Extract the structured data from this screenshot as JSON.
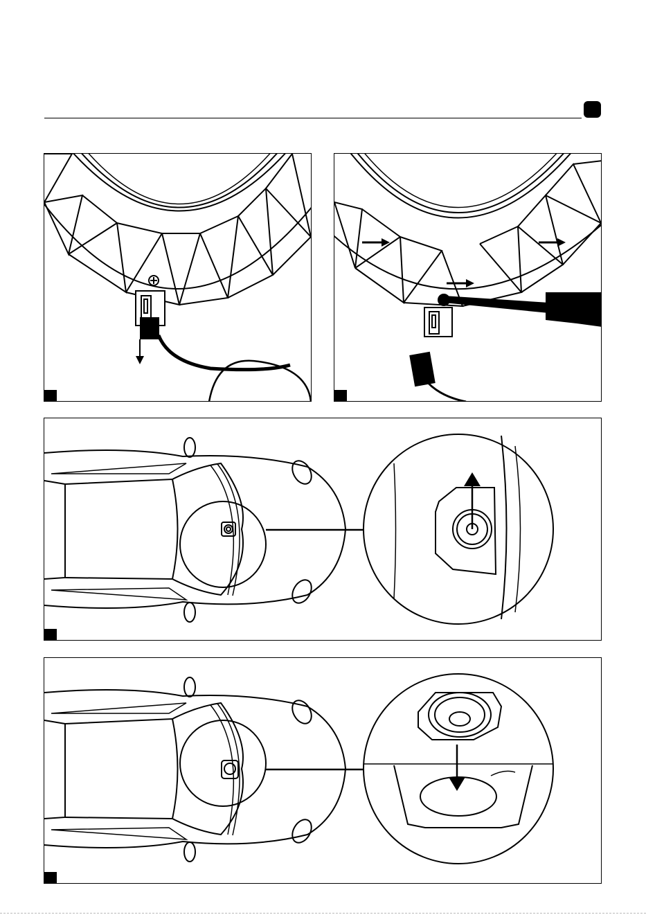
{
  "page": {
    "section_marker": "",
    "figures": [
      {
        "id": "fig1",
        "marker": "",
        "symbol": "+",
        "description_icon": "speaker-connector-disconnect"
      },
      {
        "id": "fig2",
        "marker": "",
        "description_icon": "screwdriver-pry-grille"
      },
      {
        "id": "fig3",
        "marker": "",
        "description_icon": "car-top-view-speaker-location"
      },
      {
        "id": "fig4",
        "marker": "",
        "description_icon": "speaker-removal"
      }
    ]
  },
  "colors": {
    "ink": "#000000",
    "paper": "#ffffff",
    "trim": "#b9b9b9"
  }
}
